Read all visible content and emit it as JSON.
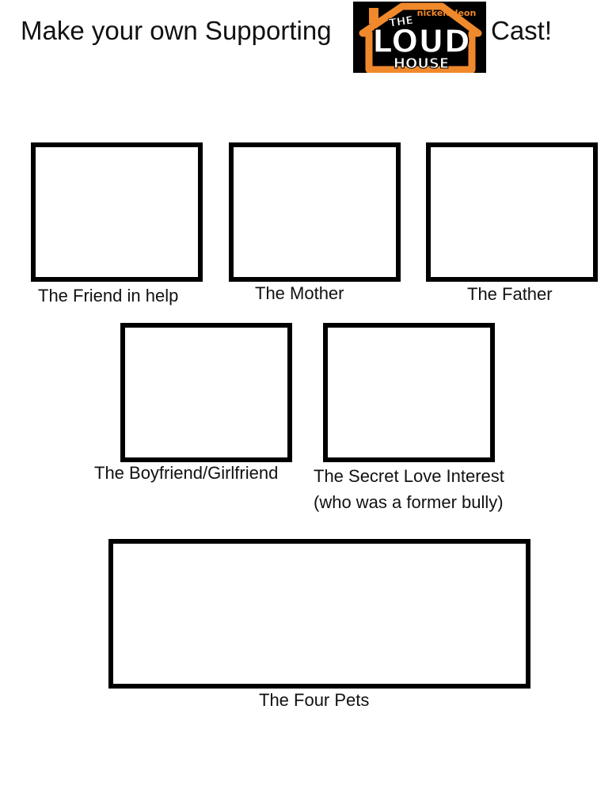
{
  "header": {
    "title_left": "Make your own Supporting",
    "title_right": "Cast!",
    "logo": {
      "icon": "loud-house-logo",
      "brand": "nickelodeon",
      "line1": "THE",
      "line2": "LOUD",
      "line3": "HOUSE",
      "colors": {
        "background": "#000000",
        "orange": "#f0892c",
        "white": "#ffffff"
      }
    }
  },
  "frames": [
    {
      "label": "The Friend in help"
    },
    {
      "label": "The Mother"
    },
    {
      "label": "The Father"
    },
    {
      "label": "The Boyfriend/Girlfriend"
    },
    {
      "label_line1": "The Secret Love Interest",
      "label_line2": "(who was a former bully)"
    },
    {
      "label": "The Four Pets"
    }
  ]
}
